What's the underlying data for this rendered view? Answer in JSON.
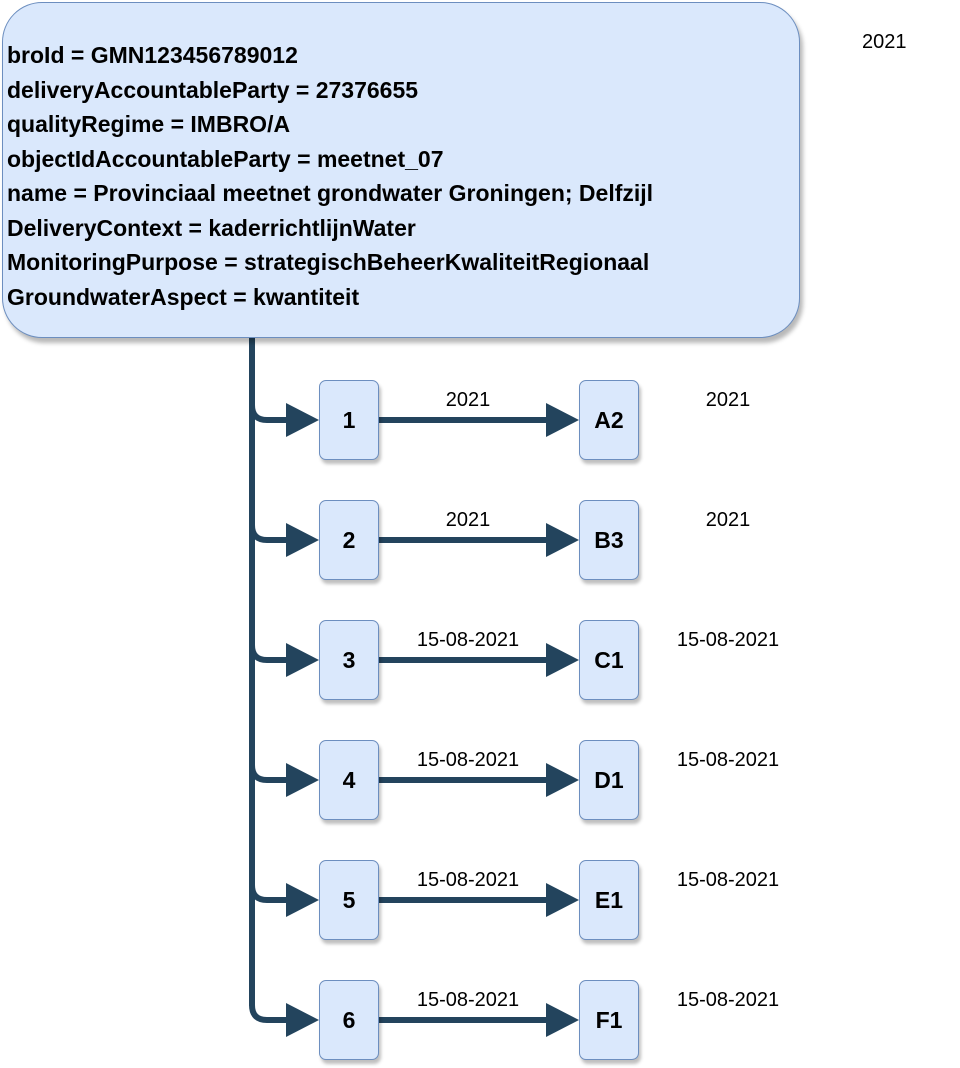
{
  "root": {
    "lines": [
      "broId = GMN123456789012",
      "deliveryAccountableParty = 27376655",
      "qualityRegime = IMBRO/A",
      "objectIdAccountableParty = meetnet_07",
      "name = Provinciaal meetnet grondwater Groningen; Delfzijl",
      "DeliveryContext = kaderrichtlijnWater",
      "MonitoringPurpose = strategischBeheerKwaliteitRegionaal",
      "GroundwaterAspect = kwantiteit"
    ],
    "year": "2021"
  },
  "rows": [
    {
      "id": "1",
      "target": "A2",
      "edge_label": "2021",
      "target_label": "2021"
    },
    {
      "id": "2",
      "target": "B3",
      "edge_label": "2021",
      "target_label": "2021"
    },
    {
      "id": "3",
      "target": "C1",
      "edge_label": "15-08-2021",
      "target_label": "15-08-2021"
    },
    {
      "id": "4",
      "target": "D1",
      "edge_label": "15-08-2021",
      "target_label": "15-08-2021"
    },
    {
      "id": "5",
      "target": "E1",
      "edge_label": "15-08-2021",
      "target_label": "15-08-2021"
    },
    {
      "id": "6",
      "target": "F1",
      "edge_label": "15-08-2021",
      "target_label": "15-08-2021"
    }
  ],
  "colors": {
    "node_fill": "#dae8fc",
    "node_border": "#6c8ebf",
    "connector": "#23445d"
  }
}
